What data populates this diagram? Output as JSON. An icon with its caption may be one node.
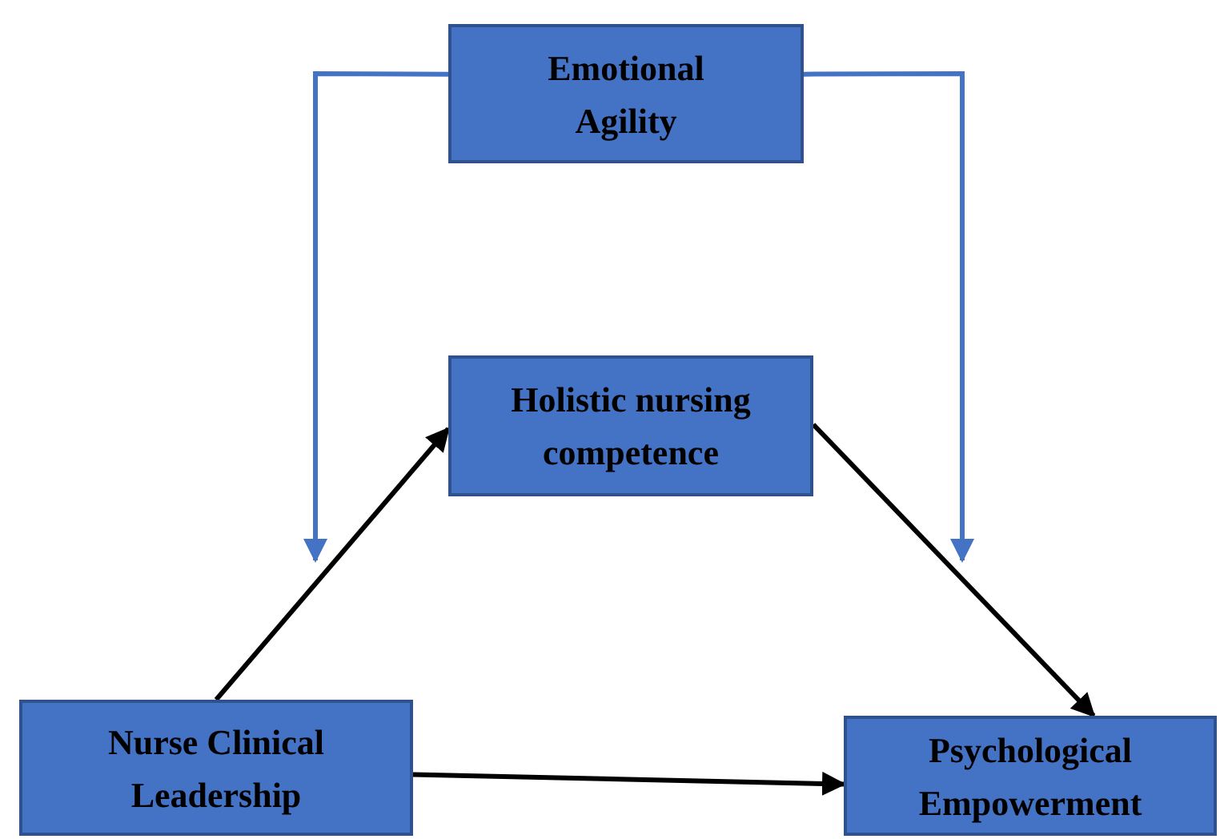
{
  "diagram": {
    "nodes": [
      {
        "text": [
          "Emotional Agility"
        ]
      },
      {
        "text": [
          "Holistic nursing competence"
        ]
      },
      {
        "text": [
          "Nurse Clinical Leadership"
        ]
      },
      {
        "text": [
          "Psychological Empowerment"
        ]
      }
    ],
    "edges": [
      {
        "from": 2,
        "to": 1,
        "arrow": "to"
      },
      {
        "from": 1,
        "to": 3,
        "arrow": "to"
      },
      {
        "from": 2,
        "to": 3,
        "arrow": "to"
      },
      {
        "from": 0,
        "to": null,
        "arrow": "to",
        "color": "#4472c4"
      },
      {
        "from": 0,
        "to": null,
        "arrow": "to",
        "color": "#4472c4"
      }
    ]
  }
}
